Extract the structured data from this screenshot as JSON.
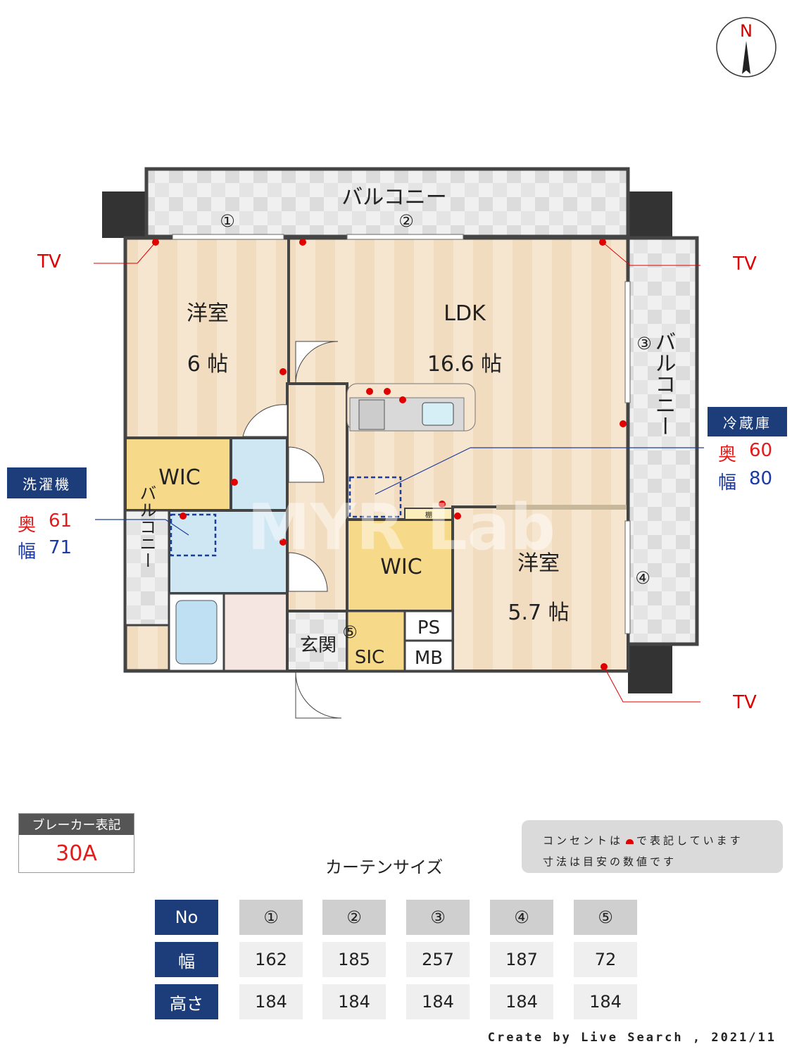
{
  "compass": {
    "label": "N"
  },
  "watermark": "MYR Lab",
  "rooms": {
    "balcony_top": "バルコニー",
    "balcony_right": "バルコニー",
    "balcony_left": "バルコニー",
    "western1": {
      "name": "洋室",
      "size": "6 帖"
    },
    "ldk": {
      "name": "LDK",
      "size": "16.6 帖"
    },
    "western2": {
      "name": "洋室",
      "size": "5.7 帖"
    },
    "wic1": "WIC",
    "wic2": "WIC",
    "entrance": "玄関",
    "sic": "SIC",
    "ps": "PS",
    "mb": "MB",
    "shelf": "棚"
  },
  "curtain_markers": [
    "①",
    "②",
    "③",
    "④",
    "⑤"
  ],
  "tv_labels": [
    "TV",
    "TV",
    "TV"
  ],
  "fridge": {
    "title": "冷蔵庫",
    "depth_label": "奥",
    "depth": "60",
    "width_label": "幅",
    "width": "80"
  },
  "washer": {
    "title": "洗濯機",
    "depth_label": "奥",
    "depth": "61",
    "width_label": "幅",
    "width": "71"
  },
  "breaker": {
    "title": "ブレーカー表記",
    "value": "30A"
  },
  "notes": {
    "line1_a": "コンセントは",
    "line1_b": "で表記しています",
    "line2": "寸法は目安の数値です"
  },
  "curtain_table": {
    "title": "カーテンサイズ",
    "row_headers": [
      "No",
      "幅",
      "高さ"
    ],
    "columns": [
      {
        "no": "①",
        "width": "162",
        "height": "184"
      },
      {
        "no": "②",
        "width": "185",
        "height": "184"
      },
      {
        "no": "③",
        "width": "257",
        "height": "184"
      },
      {
        "no": "④",
        "width": "187",
        "height": "184"
      },
      {
        "no": "⑤",
        "width": "72",
        "height": "184"
      }
    ]
  },
  "credit": "Create by Live Search , 2021/11",
  "colors": {
    "navy": "#1d3d7a",
    "outlet": "#e00000",
    "floor": "#f5e2c8",
    "wic": "#f7d98a",
    "wet": "#cfe6f3"
  }
}
